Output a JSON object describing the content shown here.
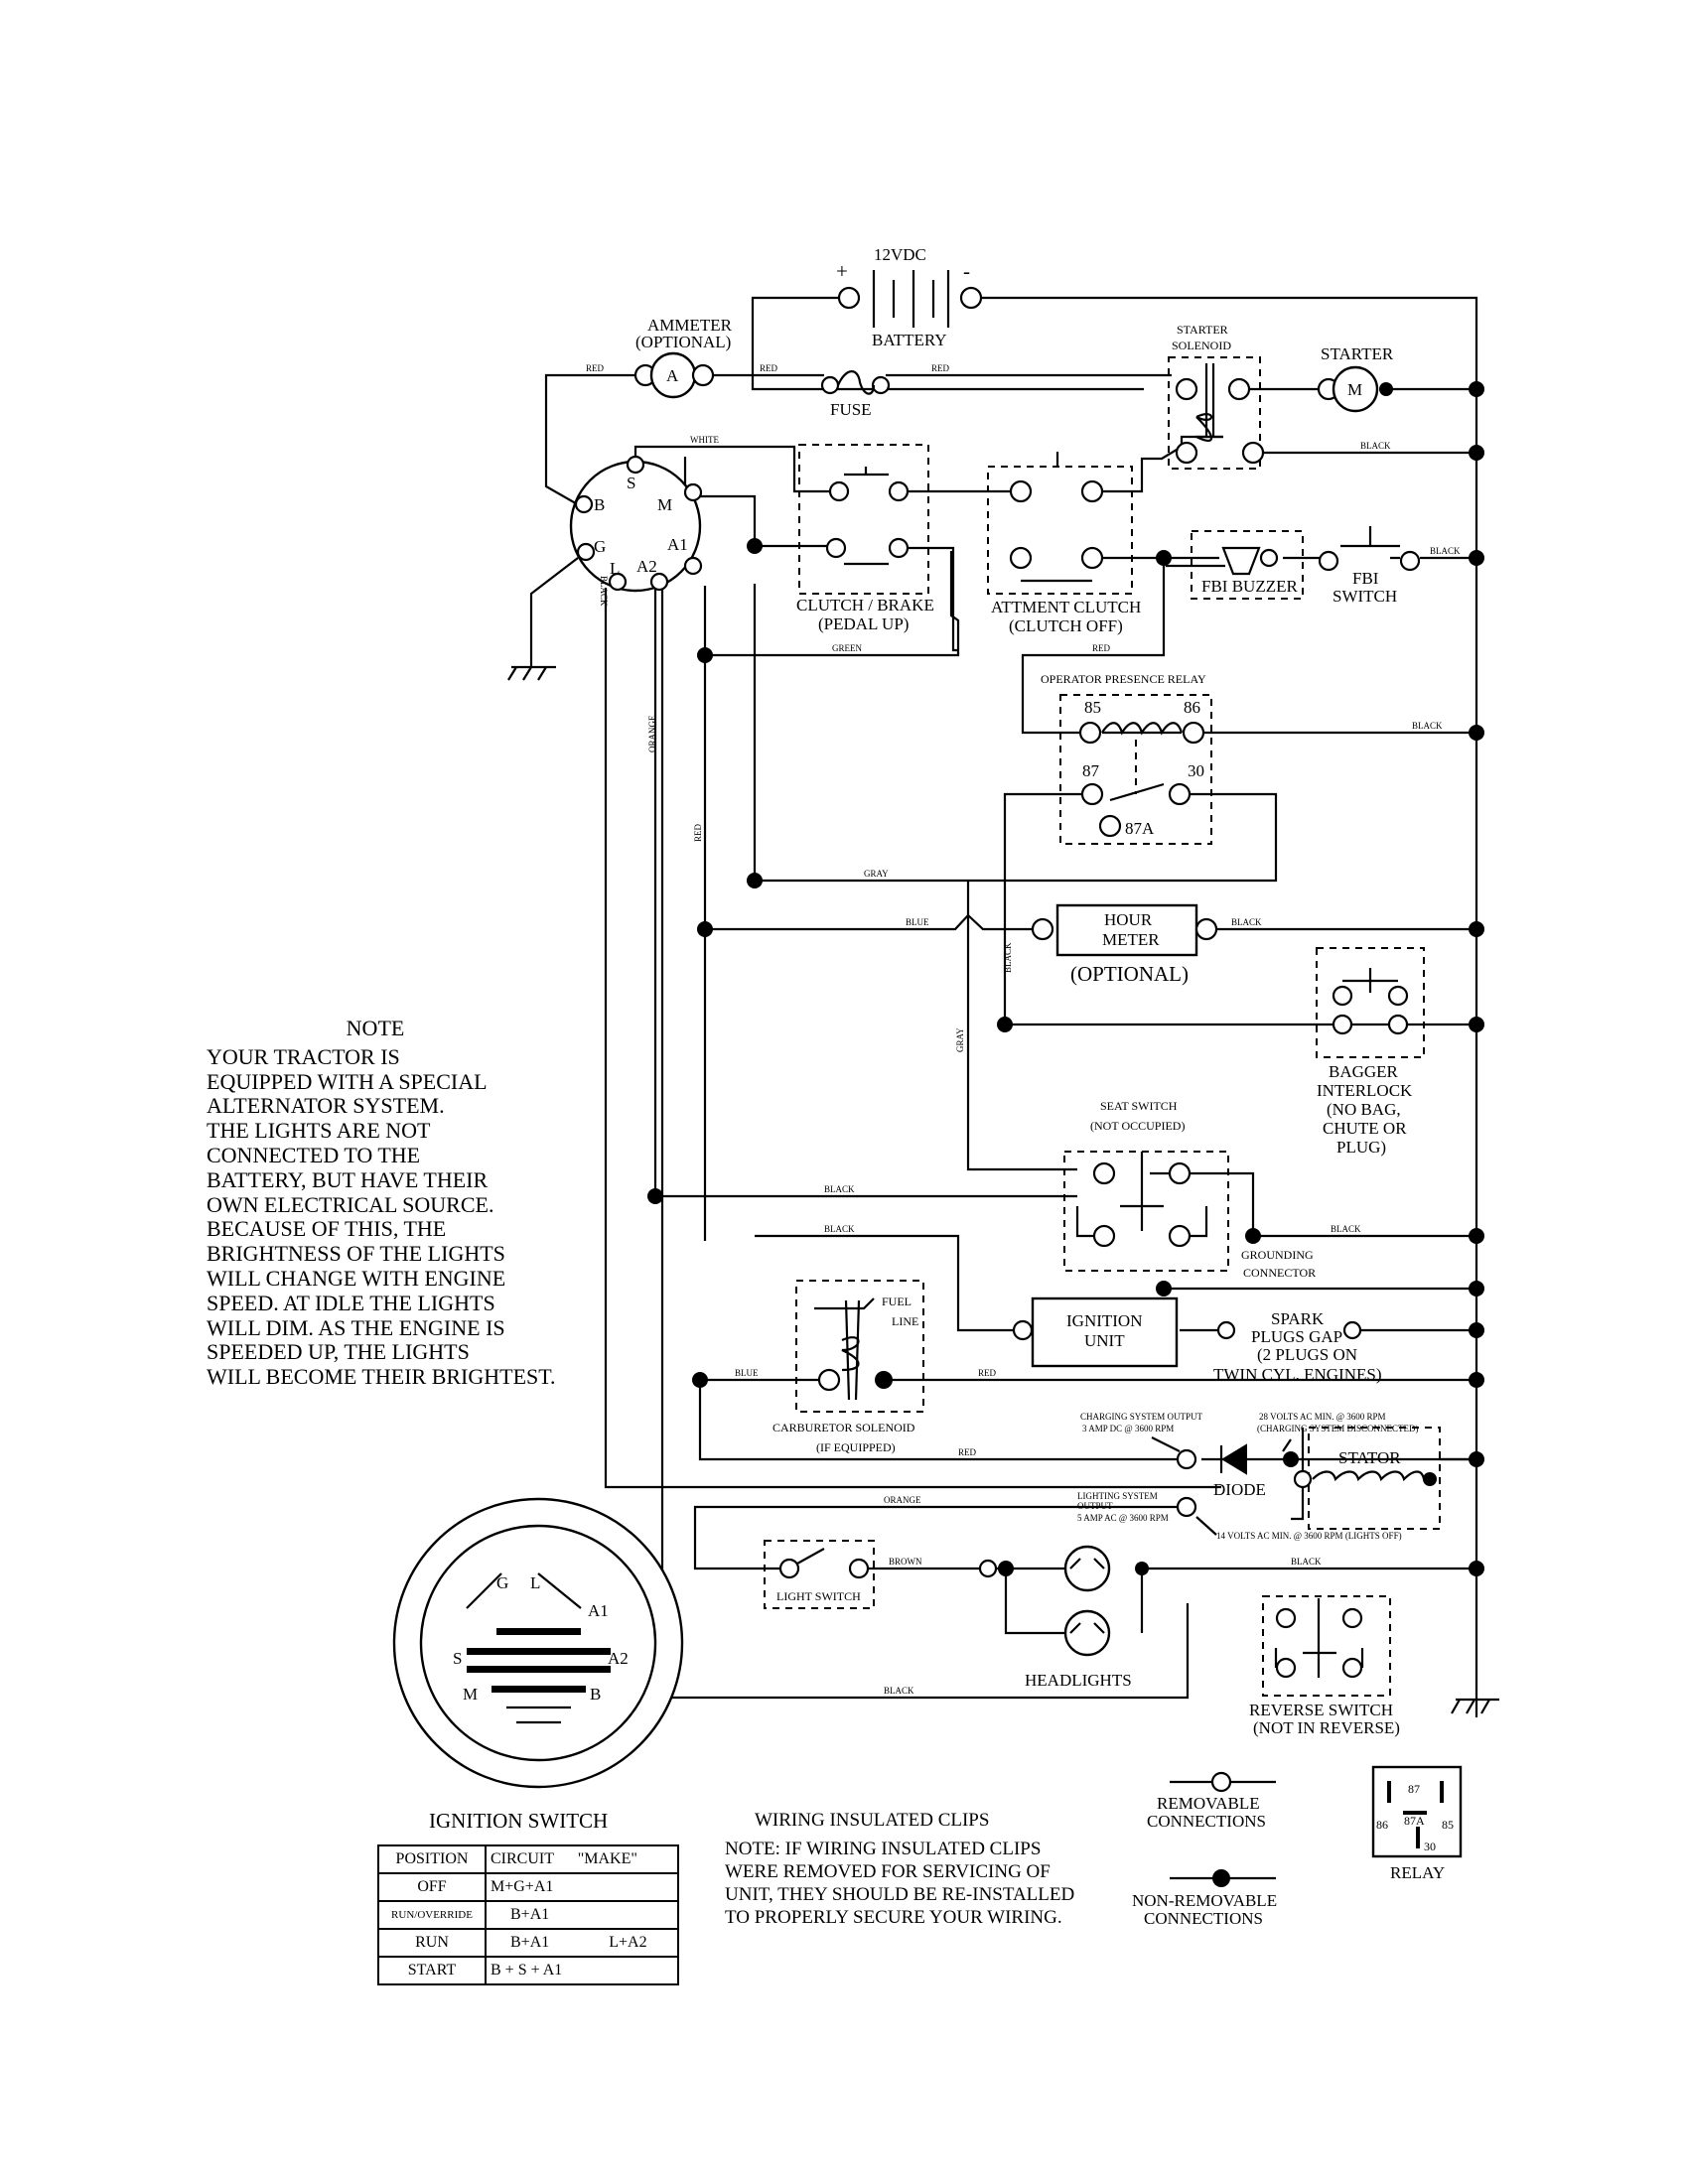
{
  "battery": {
    "voltage": "12VDC",
    "plus": "+",
    "minus": "-",
    "label": "BATTERY"
  },
  "ammeter": {
    "label": "AMMETER",
    "optional": "(OPTIONAL)",
    "symbol": "A"
  },
  "fuse": {
    "label": "FUSE"
  },
  "starter_solenoid": {
    "line1": "STARTER",
    "line2": "SOLENOID"
  },
  "starter": {
    "label": "STARTER",
    "symbol": "M"
  },
  "ignition_terminals": {
    "b": "B",
    "s": "S",
    "m": "M",
    "g": "G",
    "a1": "A1",
    "l": "L",
    "a2": "A2"
  },
  "clutch_brake": {
    "line1": "CLUTCH / BRAKE",
    "line2": "(PEDAL UP)"
  },
  "attment_clutch": {
    "line1": "ATTMENT CLUTCH",
    "line2": "(CLUTCH OFF)"
  },
  "fbi_buzzer": {
    "label": "FBI BUZZER"
  },
  "fbi_switch": {
    "line1": "FBI",
    "line2": "SWITCH"
  },
  "operator_relay": {
    "label": "OPERATOR PRESENCE RELAY",
    "t85": "85",
    "t86": "86",
    "t87": "87",
    "t30": "30",
    "t87a": "87A"
  },
  "hour_meter": {
    "line1": "HOUR",
    "line2": "METER",
    "optional": "(OPTIONAL)"
  },
  "bagger_interlock": {
    "line1": "BAGGER",
    "line2": "INTERLOCK",
    "line3": "(NO BAG,",
    "line4": "CHUTE OR",
    "line5": "PLUG)"
  },
  "seat_switch": {
    "line1": "SEAT SWITCH",
    "line2": "(NOT OCCUPIED)"
  },
  "grounding_connector": {
    "line1": "GROUNDING",
    "line2": "CONNECTOR"
  },
  "carb_solenoid": {
    "fuel1": "FUEL",
    "fuel2": "LINE",
    "line1": "CARBURETOR SOLENOID",
    "line2": "(IF EQUIPPED)"
  },
  "ignition_unit": {
    "line1": "IGNITION",
    "line2": "UNIT"
  },
  "spark_plugs": {
    "line1": "SPARK",
    "line2": "PLUGS GAP",
    "line3": "(2 PLUGS ON",
    "line4": "TWIN CYL. ENGINES)"
  },
  "charging": {
    "out1": "CHARGING SYSTEM OUTPUT",
    "out2": "3 AMP DC @ 3600 RPM",
    "ac1": "28 VOLTS AC MIN. @ 3600 RPM",
    "ac2": "(CHARGING SYSTEM DISCONNECTED)"
  },
  "diode": {
    "label": "DIODE"
  },
  "stator": {
    "label": "STATOR"
  },
  "lighting": {
    "out1": "LIGHTING SYSTEM",
    "out2": "OUTPUT",
    "out3": "5 AMP AC @ 3600 RPM",
    "ac": "14 VOLTS AC MIN. @ 3600 RPM (LIGHTS OFF)"
  },
  "light_switch": {
    "label": "LIGHT SWITCH"
  },
  "headlights": {
    "label": "HEADLIGHTS"
  },
  "reverse_switch": {
    "line1": "REVERSE SWITCH",
    "line2": "(NOT IN REVERSE)"
  },
  "wires": {
    "red": "RED",
    "white": "WHITE",
    "black": "BLACK",
    "green": "GREEN",
    "orange": "ORANGE",
    "gray": "GRAY",
    "blue": "BLUE",
    "brown": "BROWN"
  },
  "note": {
    "title": "NOTE",
    "lines": [
      "YOUR TRACTOR IS",
      "EQUIPPED WITH A SPECIAL",
      "ALTERNATOR SYSTEM.",
      "THE LIGHTS ARE NOT",
      "CONNECTED TO THE",
      "BATTERY, BUT HAVE THEIR",
      "OWN ELECTRICAL SOURCE.",
      "BECAUSE OF THIS, THE",
      "BRIGHTNESS OF THE LIGHTS",
      "WILL CHANGE WITH ENGINE",
      "SPEED.  AT IDLE THE LIGHTS",
      "WILL DIM.  AS THE ENGINE IS",
      "SPEEDED UP, THE LIGHTS",
      "WILL BECOME THEIR BRIGHTEST."
    ]
  },
  "ignition_switch": {
    "title": "IGNITION SWITCH",
    "face": {
      "g": "G",
      "l": "L",
      "a1": "A1",
      "a2": "A2",
      "s": "S",
      "m": "M",
      "b": "B"
    },
    "header": {
      "position": "POSITION",
      "circuit": "CIRCUIT",
      "make": "\"MAKE\""
    },
    "rows": [
      {
        "position": "OFF",
        "circuit": "M+G+A1",
        "extra": ""
      },
      {
        "position": "RUN/OVERRIDE",
        "circuit": "B+A1",
        "extra": ""
      },
      {
        "position": "RUN",
        "circuit": "B+A1",
        "extra": "L+A2"
      },
      {
        "position": "START",
        "circuit": "B + S + A1",
        "extra": ""
      }
    ]
  },
  "clips": {
    "title": "WIRING INSULATED CLIPS",
    "lines": [
      "NOTE:  IF WIRING INSULATED CLIPS",
      "WERE REMOVED FOR SERVICING OF",
      "UNIT, THEY SHOULD BE RE-INSTALLED",
      "TO PROPERLY SECURE YOUR WIRING."
    ]
  },
  "legend": {
    "removable1": "REMOVABLE",
    "removable2": "CONNECTIONS",
    "nonremovable1": "NON-REMOVABLE",
    "nonremovable2": "CONNECTIONS"
  },
  "relay_legend": {
    "label": "RELAY",
    "t87": "87",
    "t87a": "87A",
    "t86": "86",
    "t85": "85",
    "t30": "30"
  }
}
